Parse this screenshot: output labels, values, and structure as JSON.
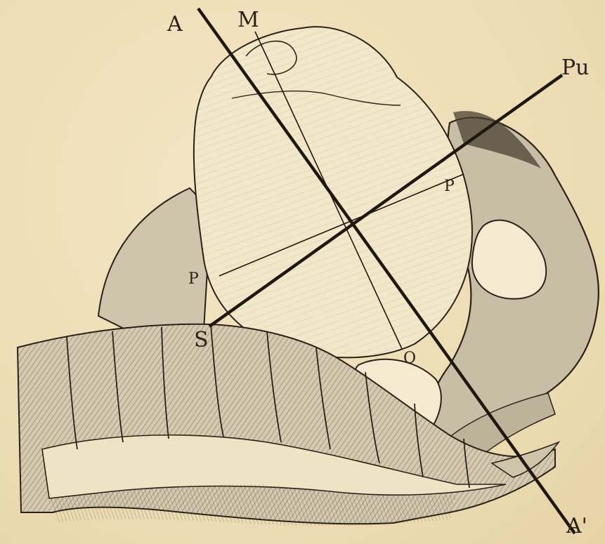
{
  "figure": {
    "labels": {
      "A": "A",
      "M": "M",
      "Pu": "Pu",
      "P_right": "P",
      "P_left": "P",
      "S": "S",
      "O": "O",
      "A_prime": "A'"
    },
    "colors": {
      "paper": "#efdfb8",
      "ink": "#2a2218",
      "bone_shade": "#c9bfa8",
      "head_fill": "#f3e7c9"
    }
  }
}
